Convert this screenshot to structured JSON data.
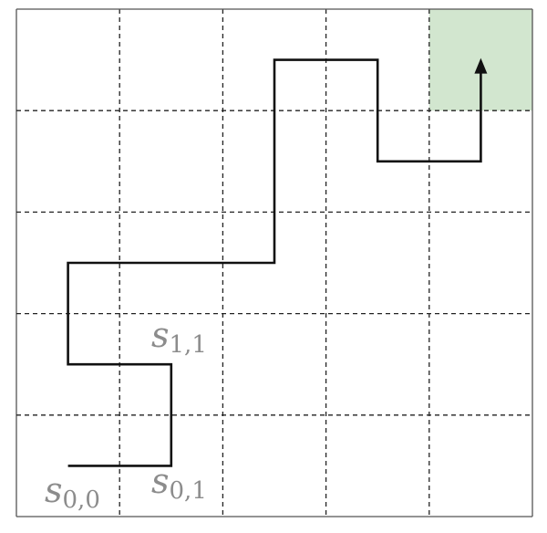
{
  "grid": {
    "cols": 5,
    "rows": 5
  },
  "goal": {
    "col": 4,
    "row": 4,
    "color": "#d2e6cf"
  },
  "trajectory": [
    [
      0.5,
      0.5
    ],
    [
      1.5,
      0.5
    ],
    [
      1.5,
      1.5
    ],
    [
      0.5,
      1.5
    ],
    [
      0.5,
      2.5
    ],
    [
      2.5,
      2.5
    ],
    [
      2.5,
      4.5
    ],
    [
      3.5,
      4.5
    ],
    [
      3.5,
      3.5
    ],
    [
      4.5,
      3.5
    ],
    [
      4.5,
      4.5
    ]
  ],
  "labels": [
    {
      "id": "s00",
      "base": "s",
      "sub": "0,0"
    },
    {
      "id": "s01",
      "base": "s",
      "sub": "0,1"
    },
    {
      "id": "s11",
      "base": "s",
      "sub": "1,1"
    }
  ],
  "colors": {
    "path": "#111111",
    "label": "#8c8c8c",
    "grid": "#222222"
  }
}
